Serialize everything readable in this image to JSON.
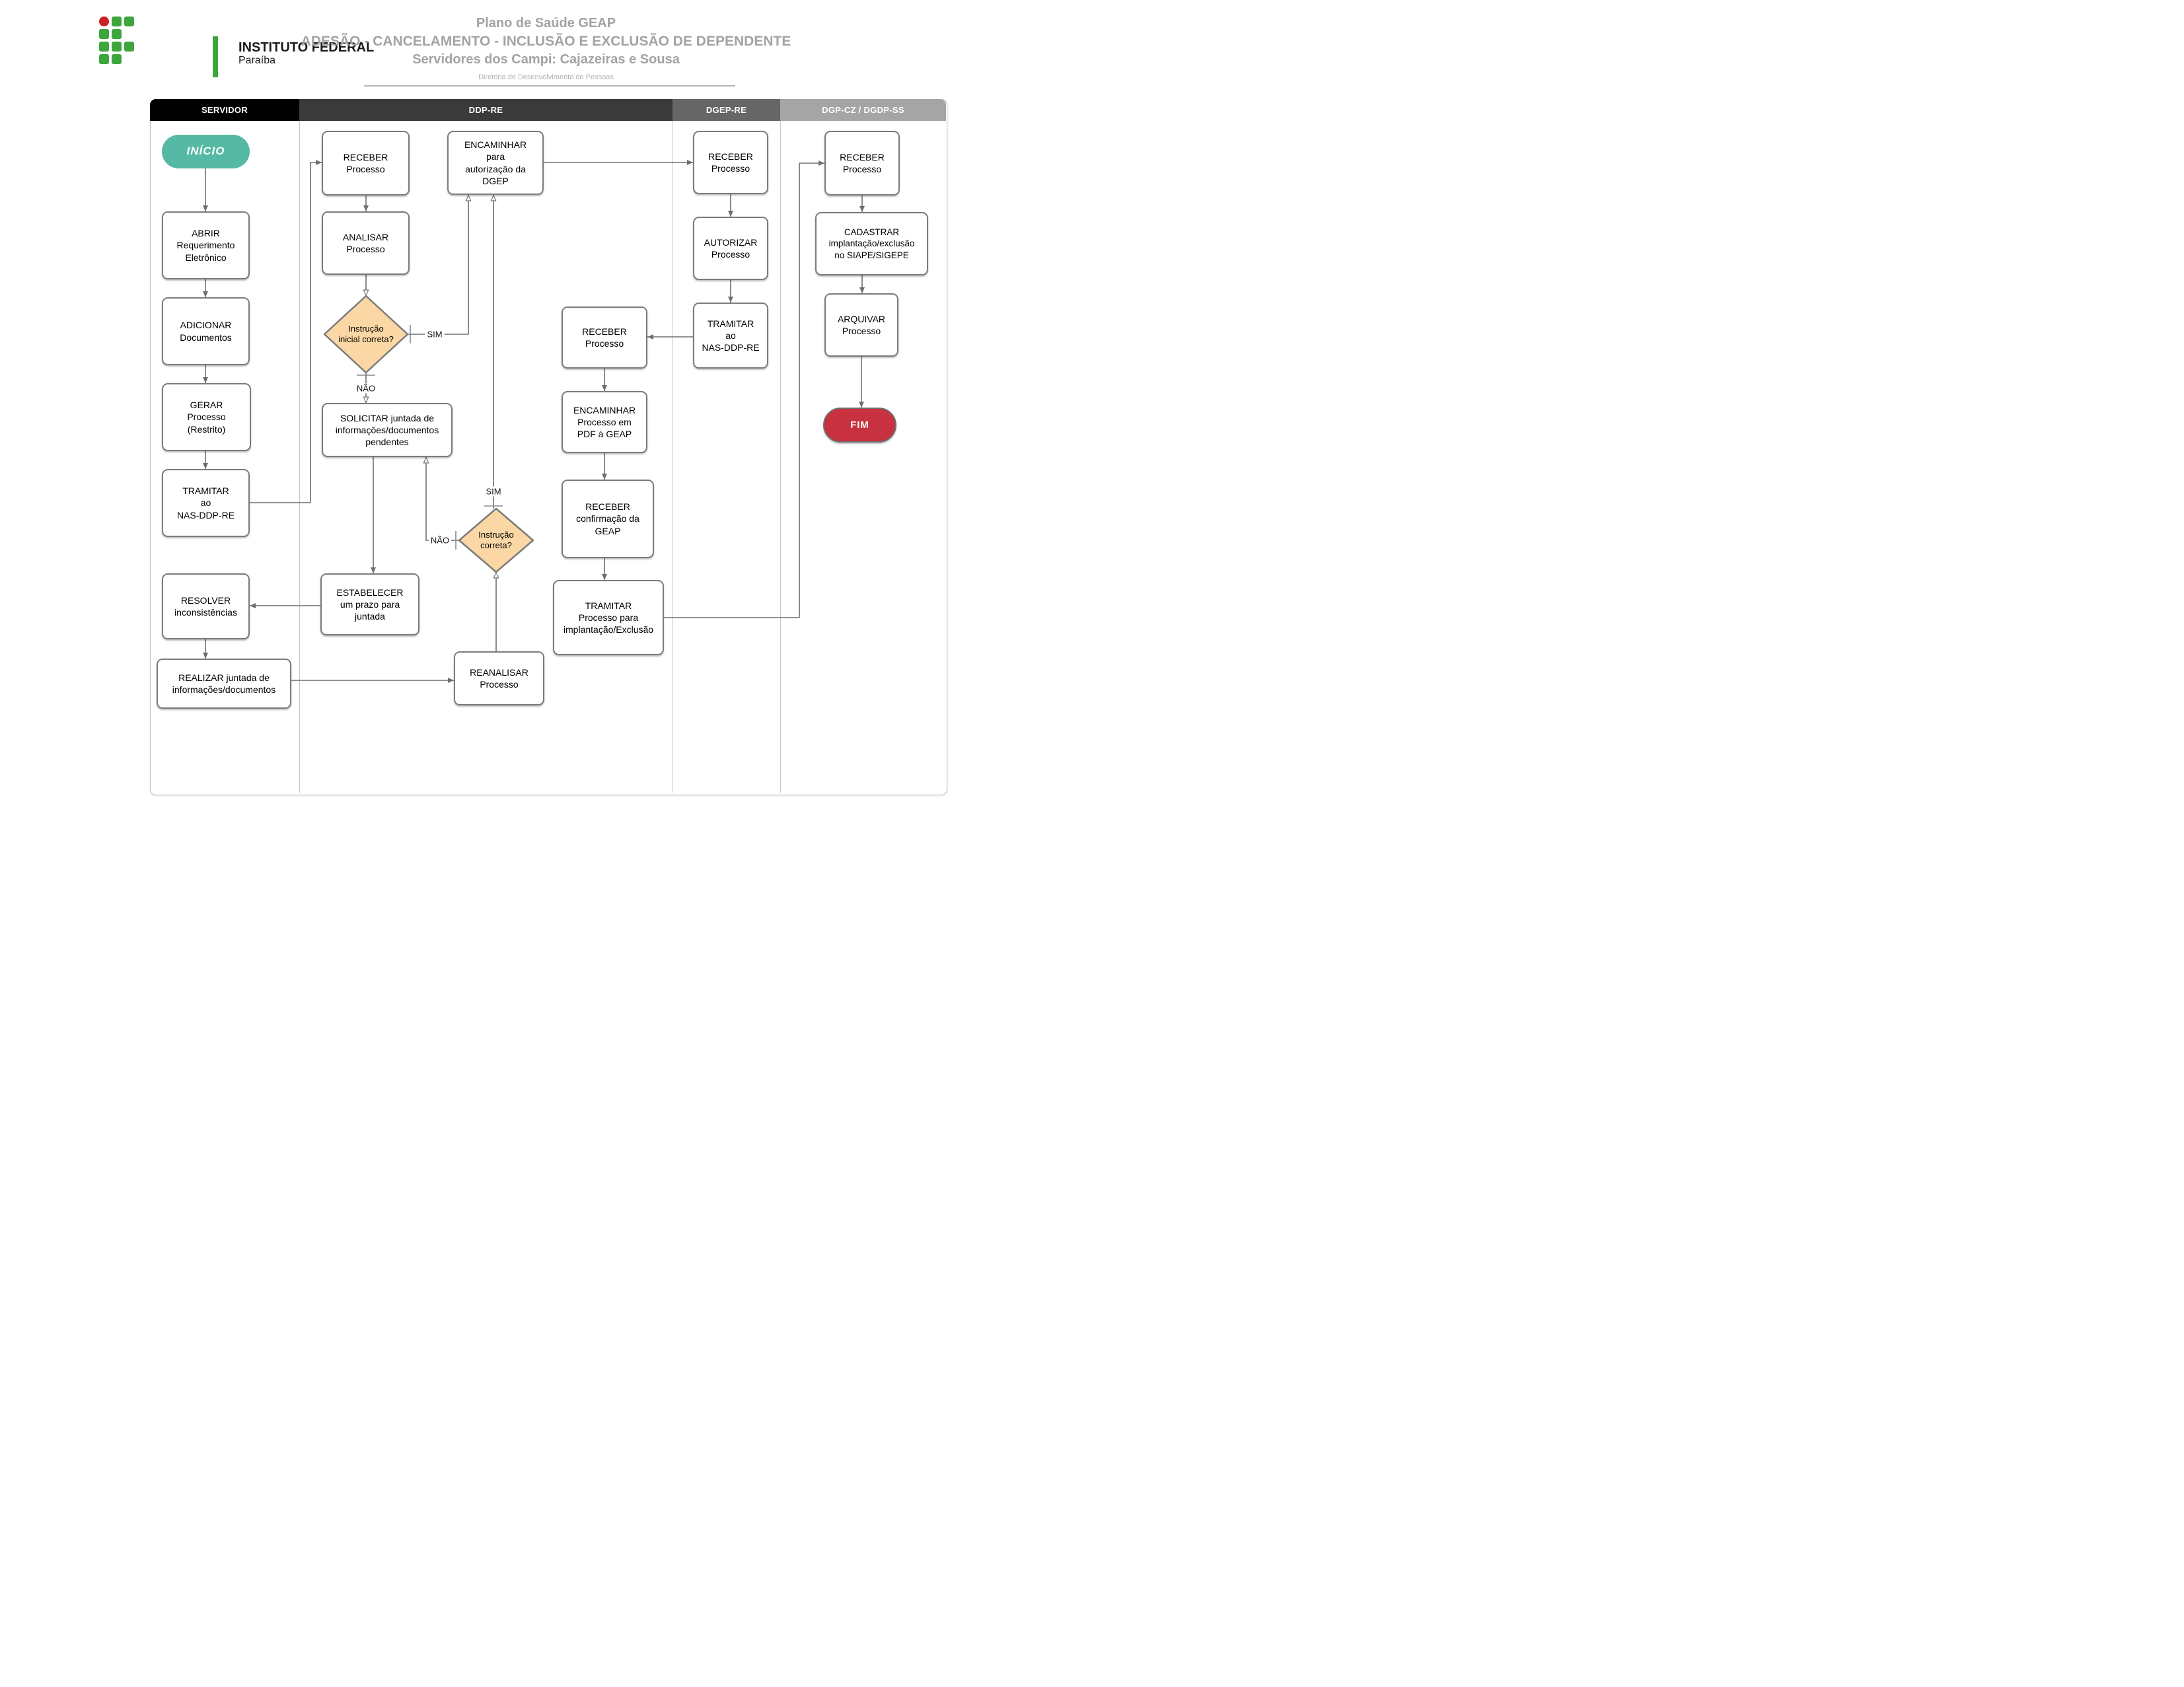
{
  "header": {
    "logo": {
      "institution": "INSTITUTO FEDERAL",
      "campus": "Paraíba"
    },
    "title_line1": "Plano de Saúde GEAP",
    "title_line2": "ADESÃO - CANCELAMENTO - INCLUSÃO E EXCLUSÃO DE DEPENDENTE",
    "title_line3": "Servidores dos Campi: Cajazeiras e Sousa",
    "subtitle": "Diretoria de Desenvolvimento de Pessoas"
  },
  "lanes": [
    {
      "id": "servidor",
      "label": "SERVIDOR",
      "color": "#000000"
    },
    {
      "id": "ddp-re",
      "label": "DDP-RE",
      "color": "#3a3a3a"
    },
    {
      "id": "dgep-re",
      "label": "DGEP-RE",
      "color": "#666666"
    },
    {
      "id": "dgp-cz-dgdp-ss",
      "label": "DGP-CZ / DGDP-SS",
      "color": "#a5a5a5"
    }
  ],
  "nodes": {
    "inicio": {
      "label": "INÍCIO",
      "type": "start"
    },
    "abrir": {
      "label": "ABRIR\nRequerimento\nEletrônico",
      "type": "process"
    },
    "adicionar": {
      "label": "ADICIONAR\nDocumentos",
      "type": "process"
    },
    "gerar": {
      "label": "GERAR\nProcesso\n(Restrito)",
      "type": "process"
    },
    "tramitar_nas": {
      "label": "TRAMITAR\nao\nNAS-DDP-RE",
      "type": "process"
    },
    "resolver": {
      "label": "RESOLVER\ninconsistências",
      "type": "process"
    },
    "realizar": {
      "label": "REALIZAR  juntada de\ninformações/documentos",
      "type": "process"
    },
    "receber_ddp": {
      "label": "RECEBER\nProcesso",
      "type": "process"
    },
    "analisar": {
      "label": "ANALISAR\nProcesso",
      "type": "process"
    },
    "instrucao_inicial": {
      "label": "Instrução\ninicial correta?",
      "type": "decision"
    },
    "encaminhar_dgep": {
      "label": "ENCAMINHAR\npara\nautorização da\nDGEP",
      "type": "process"
    },
    "solicitar": {
      "label": "SOLICITAR juntada de\ninformações/documentos\npendentes",
      "type": "process"
    },
    "instrucao": {
      "label": "Instrução\ncorreta?",
      "type": "decision"
    },
    "estabelecer": {
      "label": "ESTABELECER\num prazo para\njuntada",
      "type": "process"
    },
    "reanalisar": {
      "label": "REANALISAR\nProcesso",
      "type": "process"
    },
    "receber_ddp2": {
      "label": "RECEBER\nProcesso",
      "type": "process"
    },
    "encaminhar_pdf": {
      "label": "ENCAMINHAR\nProcesso em\nPDF à GEAP",
      "type": "process"
    },
    "receber_confirmacao": {
      "label": "RECEBER\nconfirmação da\nGEAP",
      "type": "process"
    },
    "tramitar_implantacao": {
      "label": "TRAMITAR\nProcesso para\nimplantação/Exclusão",
      "type": "process"
    },
    "receber_dgep": {
      "label": "RECEBER\nProcesso",
      "type": "process"
    },
    "autorizar": {
      "label": "AUTORIZAR\nProcesso",
      "type": "process"
    },
    "tramitar_nas_dgep": {
      "label": "TRAMITAR\nao\nNAS-DDP-RE",
      "type": "process"
    },
    "receber_dgp": {
      "label": "RECEBER\nProcesso",
      "type": "process"
    },
    "cadastrar": {
      "label": "CADASTRAR\nimplantação/exclusão\nno SIAPE/SIGEPE",
      "type": "process"
    },
    "arquivar": {
      "label": "ARQUIVAR\nProcesso",
      "type": "process"
    },
    "fim": {
      "label": "FIM",
      "type": "end"
    }
  },
  "edge_labels": {
    "sim": "SIM",
    "nao": "NÃO"
  },
  "colors": {
    "start_fill": "#55b9a3",
    "end_fill": "#c8313f",
    "decision_fill": "#fad7a4",
    "node_border": "#7b7b7b",
    "connector": "#6e6e6e",
    "title_gray": "#a3a3a3",
    "logo_green": "#3ea53c",
    "logo_red": "#cb2026"
  }
}
